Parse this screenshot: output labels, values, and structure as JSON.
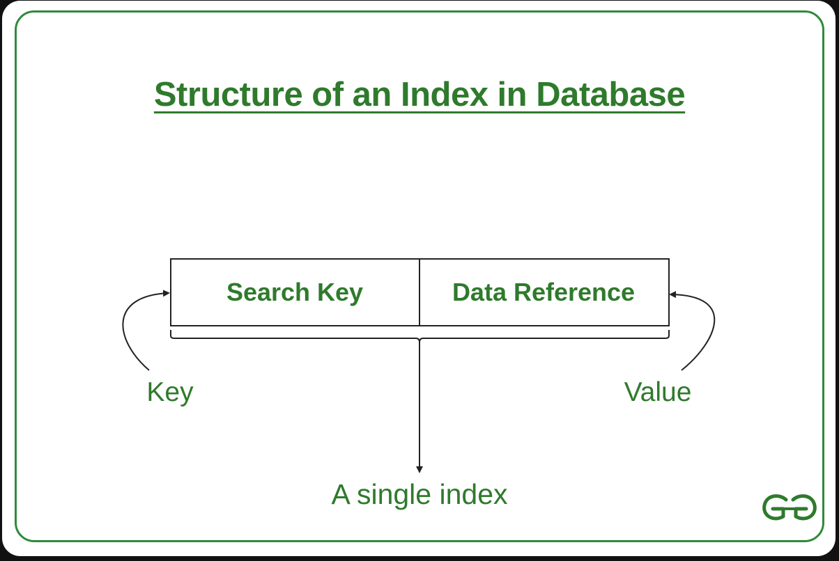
{
  "title": "Structure of an Index in Database",
  "cells": {
    "search_key": "Search Key",
    "data_reference": "Data Reference"
  },
  "labels": {
    "key": "Key",
    "value": "Value",
    "single_index": "A single index"
  },
  "logo": {
    "name": "geeksforgeeks-logo-icon",
    "text": "GG"
  },
  "colors": {
    "brand_green": "#2f7a2c",
    "border_green": "#2f8a3c",
    "line_dark": "#222222",
    "background": "#ffffff"
  }
}
